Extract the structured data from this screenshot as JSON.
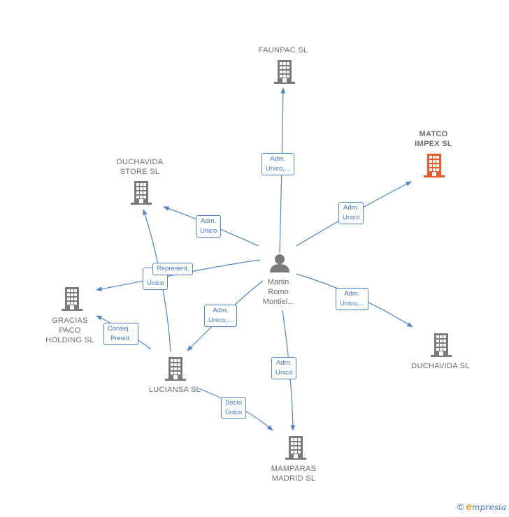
{
  "person": {
    "lines": [
      "Martin",
      "Romo",
      "Montiel..."
    ]
  },
  "companies": {
    "faunpac": {
      "lines": [
        "FAUNPAC  SL"
      ],
      "color": "#7a7a7a"
    },
    "matco": {
      "lines": [
        "MATCO",
        "IMPEX  SL"
      ],
      "color": "#f05a28"
    },
    "duchavida_store": {
      "lines": [
        "DUCHAVIDA",
        "STORE  SL"
      ],
      "color": "#7a7a7a"
    },
    "gracias": {
      "lines": [
        "GRACIAS",
        "PACO",
        "HOLDING  SL"
      ],
      "color": "#7a7a7a"
    },
    "duchavida": {
      "lines": [
        "DUCHAVIDA  SL"
      ],
      "color": "#7a7a7a"
    },
    "luciansa": {
      "lines": [
        "LUCIANSA  SL"
      ],
      "color": "#7a7a7a"
    },
    "mamparas": {
      "lines": [
        "MAMPARAS",
        "MADRID  SL"
      ],
      "color": "#7a7a7a"
    }
  },
  "edges": {
    "to_faunpac": [
      "Adm.",
      "Unico,..."
    ],
    "to_matco": [
      "Adm.",
      "Unico"
    ],
    "to_duchavida_store": [
      "Adm.",
      "Unico"
    ],
    "to_gracias": [
      "Represent."
    ],
    "luciansa_duchavida_store": [
      "S",
      "Único"
    ],
    "luciansa_gracias": [
      "Consej. .",
      "Presid."
    ],
    "to_luciansa": [
      "Adm.",
      "Unico,..."
    ],
    "to_duchavida": [
      "Adm.",
      "Unico,..."
    ],
    "to_mamparas": [
      "Adm.",
      "Unico"
    ],
    "luciansa_mamparas": [
      "Socio",
      "Único"
    ]
  },
  "footer": {
    "copyright": "©",
    "brand_initial": "e",
    "brand_rest": "mpresia"
  },
  "colors": {
    "edge": "#4a86c8",
    "building": "#7a7a7a",
    "highlight": "#f05a28",
    "person": "#7a7a7a"
  }
}
